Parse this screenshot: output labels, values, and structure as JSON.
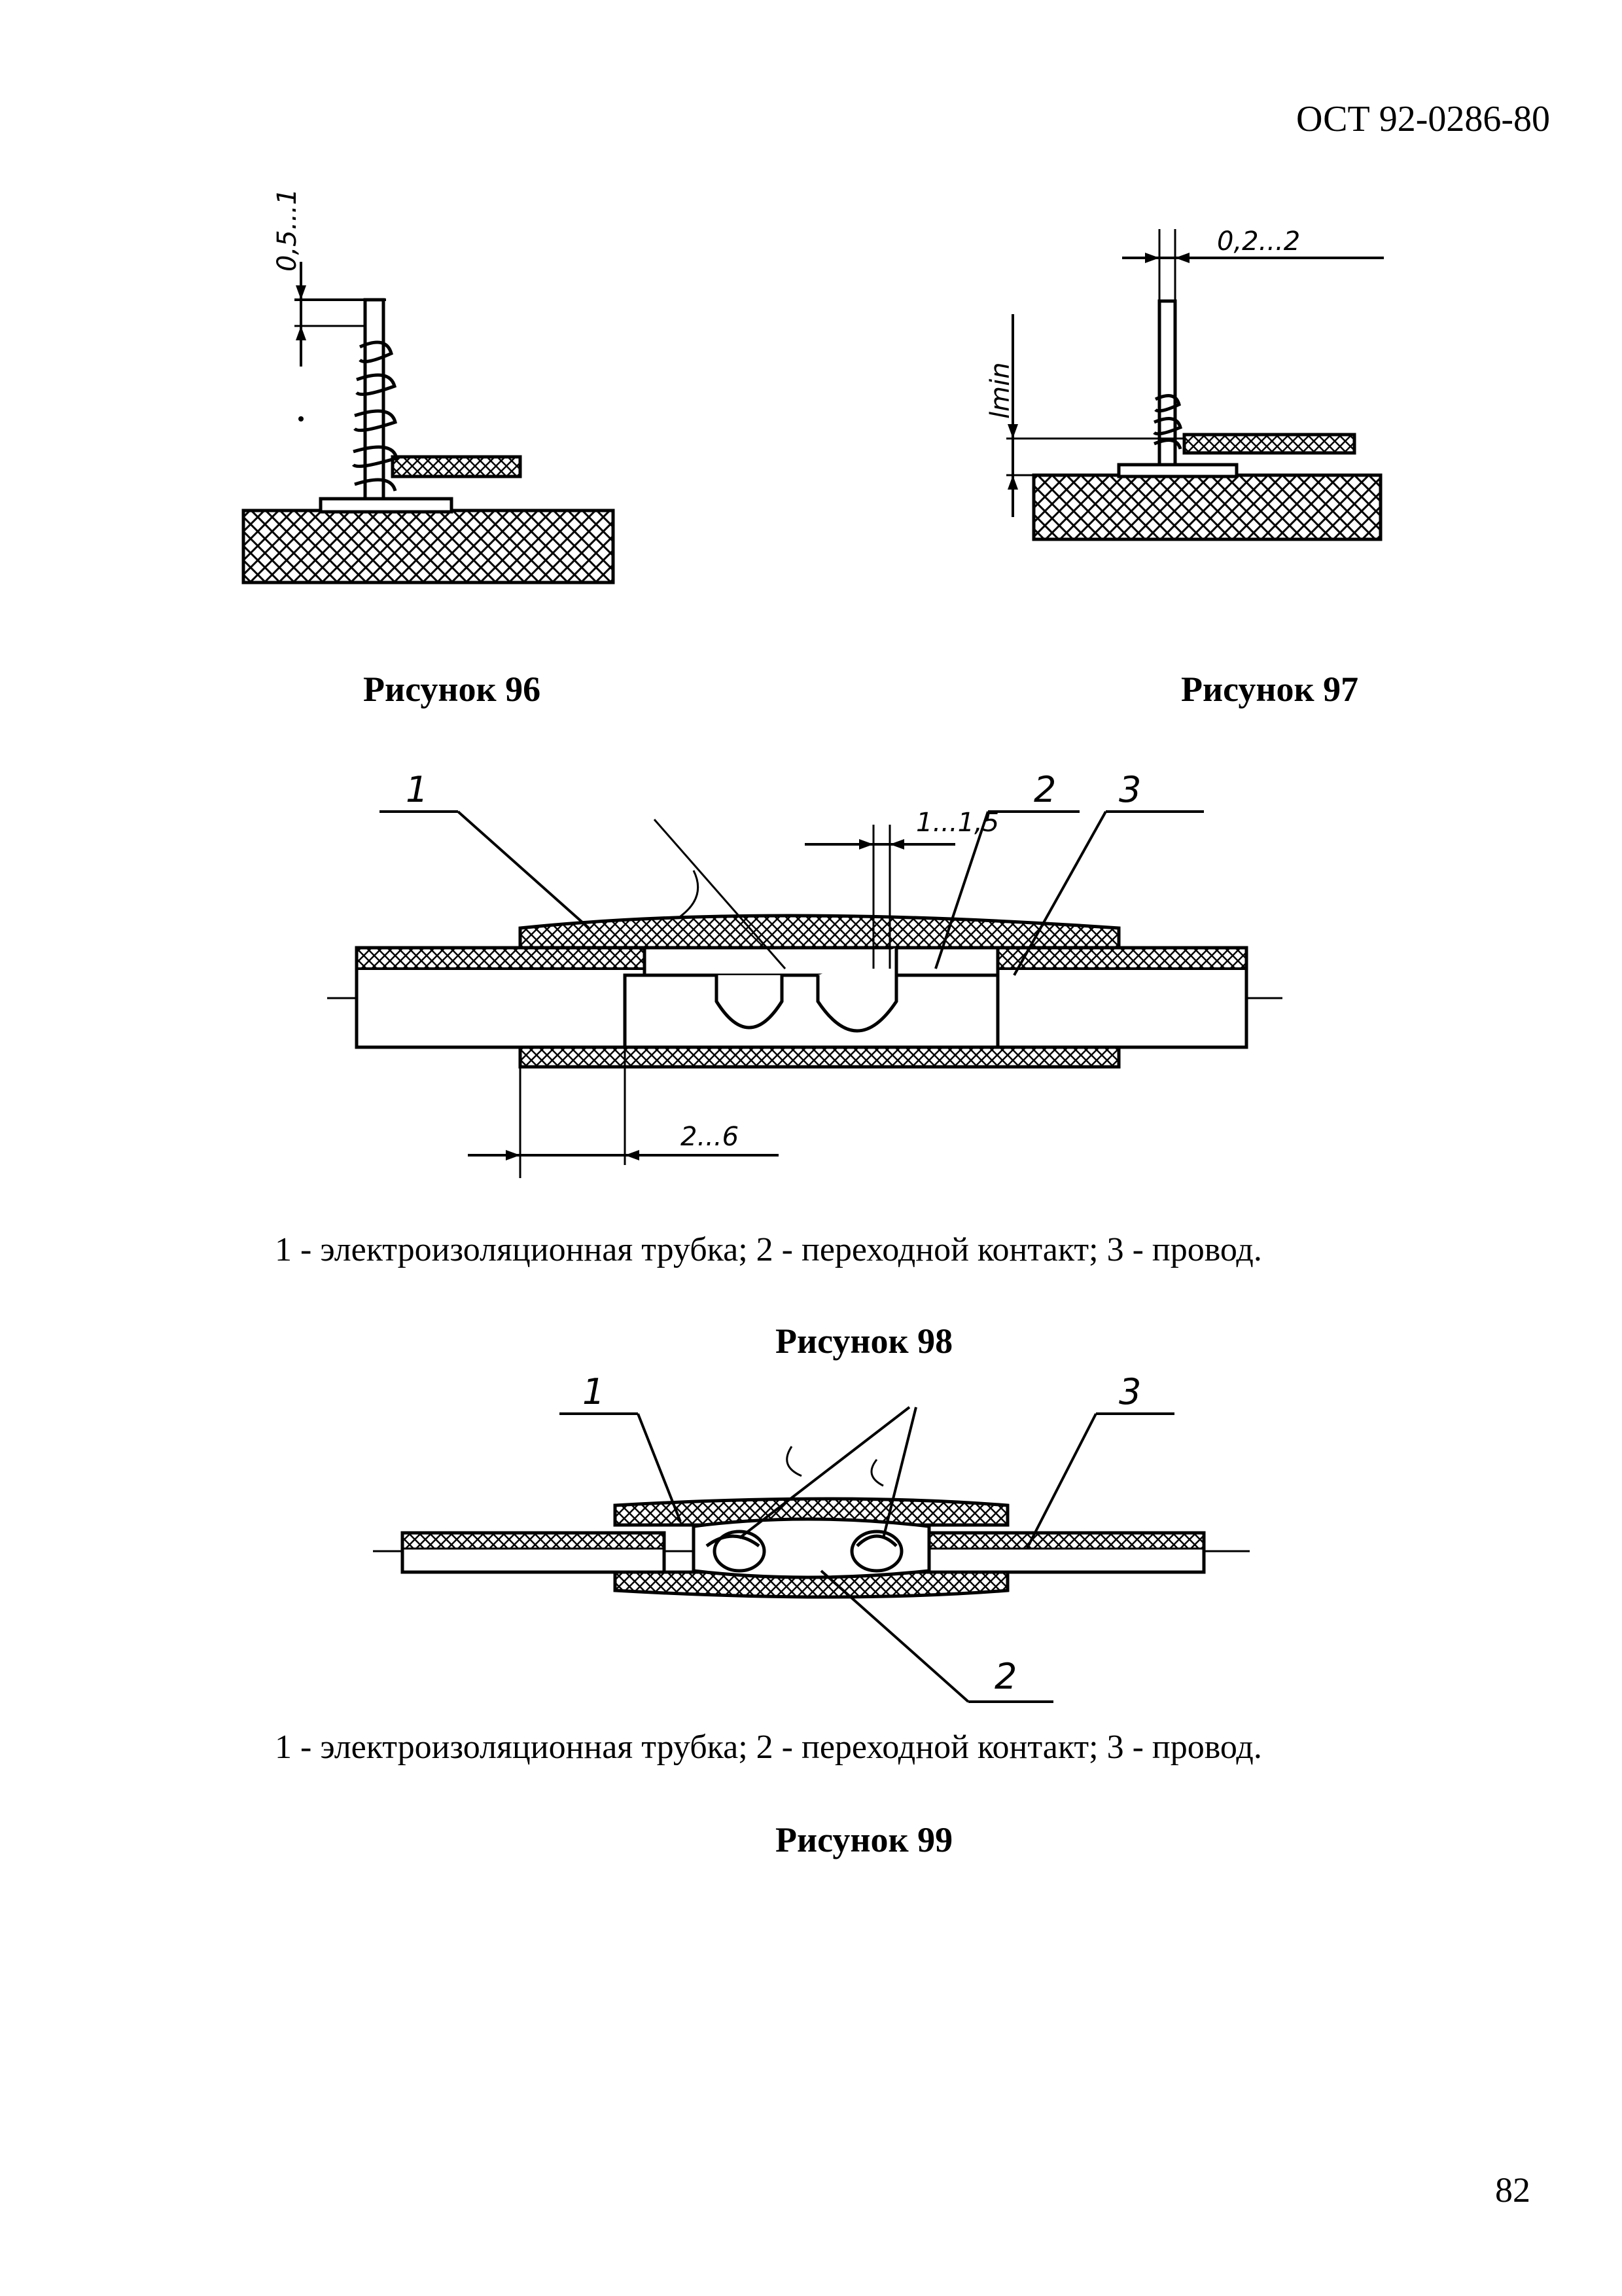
{
  "header": {
    "doc_code": "ОСТ 92-0286-80"
  },
  "figures": {
    "fig96": {
      "caption": "Рисунок 96",
      "dimension": "0,5...1"
    },
    "fig97": {
      "caption": "Рисунок 97",
      "dimension_gap": "0,2...2",
      "dimension_len": "lmin"
    },
    "fig98": {
      "caption": "Рисунок 98",
      "dim_top": "1...1,5",
      "dim_bottom": "2...6",
      "callouts": [
        "1",
        "2",
        "3"
      ],
      "legend": "1 - электроизоляционная трубка; 2 - переходной контакт; 3 - провод."
    },
    "fig99": {
      "caption": "Рисунок 99",
      "callouts": [
        "1",
        "2",
        "3"
      ],
      "legend": "1 - электроизоляционная трубка; 2 - переходной контакт; 3 - провод."
    }
  },
  "footer": {
    "page_number": "82"
  }
}
